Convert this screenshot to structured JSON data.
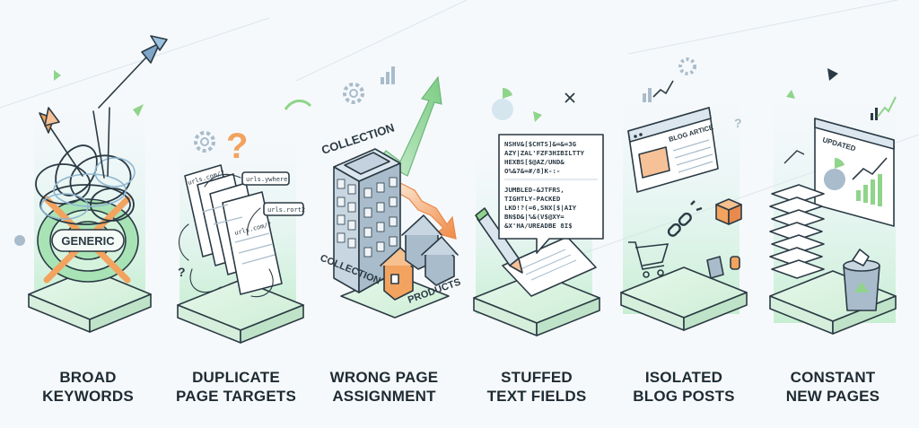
{
  "panels": [
    {
      "id": "broad-keywords",
      "title_line1": "BROAD",
      "title_line2": "KEYWORDS",
      "badge": "GENERIC"
    },
    {
      "id": "duplicate-page-targets",
      "title_line1": "DUPLICATE",
      "title_line2": "PAGE TARGETS",
      "doc_labels": [
        "urls.com/?",
        "urls.ywhere",
        "urls.rort2",
        "urls.com/?"
      ]
    },
    {
      "id": "wrong-page-assignment",
      "title_line1": "WRONG PAGE",
      "title_line2": "ASSIGNMENT",
      "labels": [
        "COLLECTION",
        "COLLECTION",
        "PRODUCTS"
      ]
    },
    {
      "id": "stuffed-text-fields",
      "title_line1": "STUFFED",
      "title_line2": "TEXT FIELDS",
      "bubble_top": [
        "NSHV&[$CHTS]&=&=3G",
        "AZY|ZAL'FZF3HIBILTTY",
        "HEXBS[$@AZ/UND&",
        "O%&7&=#/8]K-:-"
      ],
      "bubble_bottom": [
        "JUMBLED-&JTFRS,",
        "TIGHTLY-PACKED",
        "LKD!?(=6,SNX[$|AIY",
        "BN$D&|%&(V$@XY=",
        "&X'HA/UREADBE 8I$"
      ]
    },
    {
      "id": "isolated-blog-posts",
      "title_line1": "ISOLATED",
      "title_line2": "BLOG POSTS",
      "screen_label": "BLOG ARTICE"
    },
    {
      "id": "constant-new-pages",
      "title_line1": "CONSTANT",
      "title_line2": "NEW PAGES",
      "screen_label": "UPDATED"
    }
  ],
  "colors": {
    "background": "#f6f9fb",
    "green": "#8fd48a",
    "mint": "#c9ecd3",
    "blue_gray": "#a9bccb",
    "orange": "#f2a35f",
    "outline": "#2b3a44"
  }
}
